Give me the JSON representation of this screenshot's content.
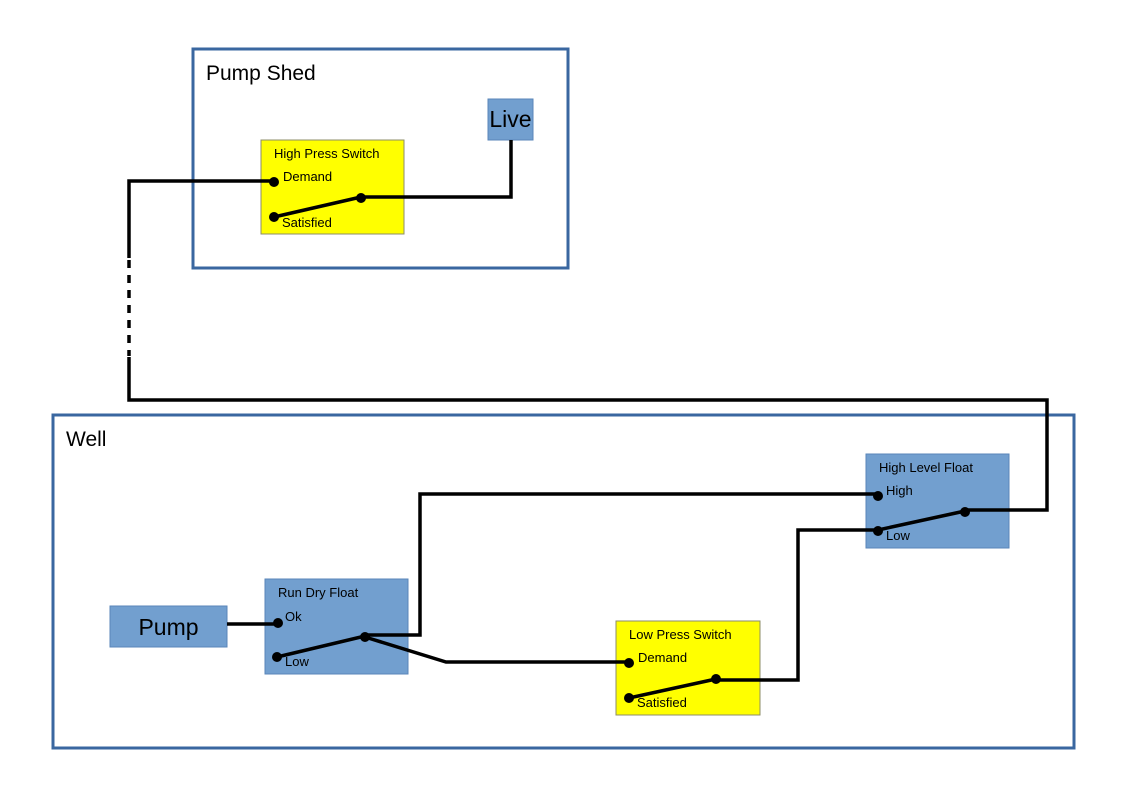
{
  "diagram": {
    "title": "Pump control wiring diagram",
    "colors": {
      "frame": "#3a67a0",
      "blue_component": "#729fcf",
      "yellow_component": "#ffff00",
      "wire": "#000000"
    },
    "zones": {
      "pump_shed": {
        "label": "Pump Shed"
      },
      "well": {
        "label": "Well"
      }
    },
    "components": {
      "live": {
        "label": "Live"
      },
      "pump": {
        "label": "Pump"
      },
      "high_press_switch": {
        "title": "High Press Switch",
        "terminals": {
          "demand": "Demand",
          "satisfied": "Satisfied"
        }
      },
      "run_dry_float": {
        "title": "Run Dry Float",
        "terminals": {
          "ok": "Ok",
          "low": "Low"
        }
      },
      "low_press_switch": {
        "title": "Low Press Switch",
        "terminals": {
          "demand": "Demand",
          "satisfied": "Satisfied"
        }
      },
      "high_level_float": {
        "title": "High Level Float",
        "terminals": {
          "high": "High",
          "low": "Low"
        }
      }
    },
    "connections": [
      {
        "from": "Live",
        "to": "High Press Switch common"
      },
      {
        "from": "High Press Switch Demand",
        "to": "High Level Float common",
        "note": "cable between Pump Shed and Well (dashed segment)"
      },
      {
        "from": "High Level Float High",
        "to": "Run Dry Float common"
      },
      {
        "from": "High Level Float Low",
        "to": "Low Press Switch common"
      },
      {
        "from": "Low Press Switch Demand",
        "to": "Run Dry Float common"
      },
      {
        "from": "Run Dry Float Ok",
        "to": "Pump"
      }
    ]
  }
}
